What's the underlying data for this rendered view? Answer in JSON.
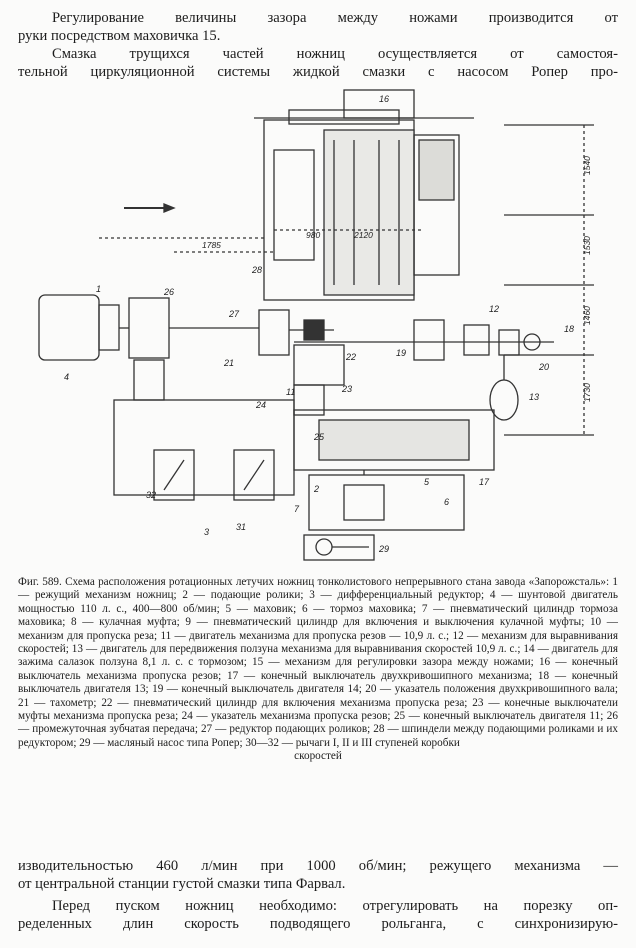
{
  "text": {
    "p1_line1": "Регулирование величины зазора между ножами производится от",
    "p1_line2": "руки посредством маховичка 15.",
    "p2_line1": "Смазка трущихся частей ножниц осуществляется от самостоя-",
    "p2_line2": "тельной циркуляционной системы жидкой смазки с насосом Ропер про-",
    "caption": "Фиг. 589. Схема расположения ротационных летучих ножниц тонколистового непрерывного стана завода «Запорожсталь»: 1 — режущий механизм ножниц; 2 — подающие ролики; 3 — дифференциальный редуктор; 4 — шунтовой двигатель мощностью 110 л. с., 400—800 об/мин; 5 — маховик; 6 — тормоз маховика; 7 — пневматический цилиндр тормоза маховика; 8 — кулачная муфта; 9 — пневматический цилиндр для включения и выключения кулачной муфты; 10 — механизм для пропуска реза; 11 — двигатель механизма для пропуска резов — 10,9 л. с.; 12 — механизм для выравнивания скоростей; 13 — двигатель для передвижения ползуна механизма для выравнивания скоростей 10,9 л. с.; 14 — двигатель для зажима салазок ползуна 8,1 л. с. с тормозом; 15 — механизм для регулировки зазора между ножами; 16 — конечный выключатель механизма пропуска резов; 17 — конечный выключатель двухкривошипного механизма; 18 — конечный выключатель двигателя 13; 19 — конечный выключатель двигателя 14; 20 — указатель положения двухкривошипного вала; 21 — тахометр; 22 — пневматический цилиндр для включения механизма пропуска реза; 23 — конечные выключатели муфты механизма пропуска реза; 24 — указатель механизма пропуска резов; 25 — конечный выключатель двигателя 11; 26 — промежуточная зубчатая передача; 27 — редуктор подающих роликов; 28 — шпиндели между подающими роликами и их редуктором; 29 — масляный насос типа Ропер; 30—32 — рычаги I, II и III ступеней коробки",
    "caption_last": "скоростей",
    "p3_line1": "изводительностью 460 л/мин при 1000 об/мин; режущего механизма —",
    "p3_line2": "от центральной станции густой смазки типа Фарвал.",
    "p4_line1": "Перед пуском ножниц необходимо: отрегулировать на порезку оп-",
    "p4_line2": "ределенных длин скорость подводящего рольганга, с синхронизирую-"
  },
  "figure": {
    "labels": [
      "16",
      "1",
      "4",
      "26",
      "27",
      "21",
      "28",
      "22",
      "23",
      "11",
      "24",
      "25",
      "18",
      "12",
      "19",
      "20",
      "13",
      "17",
      "5",
      "6",
      "7",
      "3",
      "31",
      "32",
      "2",
      "29"
    ],
    "dimensions": [
      "1540",
      "1530",
      "1460",
      "1730",
      "1785",
      "980",
      "2120"
    ]
  }
}
